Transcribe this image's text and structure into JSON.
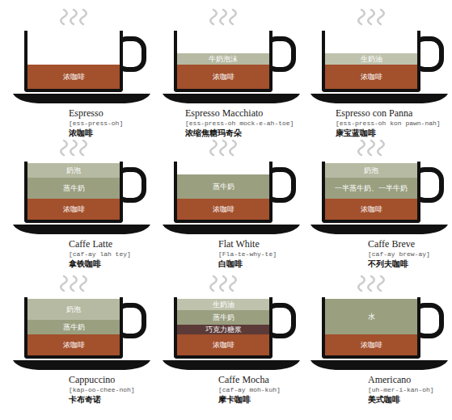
{
  "diagram": {
    "nodes": [
      {
        "text": [
          "Espresso",
          "[ess-press-oh]",
          "浓咖啡"
        ]
      },
      {
        "text": [
          "浓咖啡"
        ],
        "in": 0
      },
      {
        "text": [
          "Espresso Macchiato",
          "[ess-press-oh mock-e-ah-toe]",
          "浓缩焦糖玛奇朵"
        ]
      },
      {
        "text": [
          "牛奶泡沫"
        ],
        "in": 2
      },
      {
        "text": [
          "浓咖啡"
        ],
        "in": 2
      },
      {
        "text": [
          "Espresso con Panna",
          "[ess-press-oh kon pawn-nah]",
          "康宝蓝咖啡"
        ]
      },
      {
        "text": [
          "生奶油"
        ],
        "in": 5
      },
      {
        "text": [
          "浓咖啡"
        ],
        "in": 5
      },
      {
        "text": [
          "Caffe Latte",
          "[caf-ay lah tey]",
          "拿铁咖啡"
        ]
      },
      {
        "text": [
          "奶泡"
        ],
        "in": 8
      },
      {
        "text": [
          "蒸牛奶"
        ],
        "in": 8
      },
      {
        "text": [
          "浓咖啡"
        ],
        "in": 8
      },
      {
        "text": [
          "Flat White",
          "[Fla-te-why-te]",
          "白咖啡"
        ]
      },
      {
        "text": [
          "蒸牛奶"
        ],
        "in": 12
      },
      {
        "text": [
          "浓咖啡"
        ],
        "in": 12
      },
      {
        "text": [
          "Caffe Breve",
          "[caf-ay brew-ay]",
          "不列夫咖啡"
        ]
      },
      {
        "text": [
          "奶泡"
        ],
        "in": 15
      },
      {
        "text": [
          "一半蒸牛奶、一半牛奶"
        ],
        "in": 15
      },
      {
        "text": [
          "浓咖啡"
        ],
        "in": 15
      },
      {
        "text": [
          "Cappuccino",
          "[kap-oo-chee-noh]",
          "卡布奇诺"
        ]
      },
      {
        "text": [
          "奶泡"
        ],
        "in": 19
      },
      {
        "text": [
          "蒸牛奶"
        ],
        "in": 19
      },
      {
        "text": [
          "浓咖啡"
        ],
        "in": 19
      },
      {
        "text": [
          "Caffe Mocha",
          "[caf-ay moh-kuh]",
          "摩卡咖啡"
        ]
      },
      {
        "text": [
          "生奶油"
        ],
        "in": 23
      },
      {
        "text": [
          "蒸牛奶"
        ],
        "in": 23
      },
      {
        "text": [
          "巧克力糖浆"
        ],
        "in": 23
      },
      {
        "text": [
          "浓咖啡"
        ],
        "in": 23
      },
      {
        "text": [
          "Americano",
          "[uh-mer-i-kan-oh]",
          "美式咖啡"
        ]
      },
      {
        "text": [
          "水"
        ],
        "in": 28
      },
      {
        "text": [
          "浓咖啡"
        ],
        "in": 28
      }
    ]
  }
}
